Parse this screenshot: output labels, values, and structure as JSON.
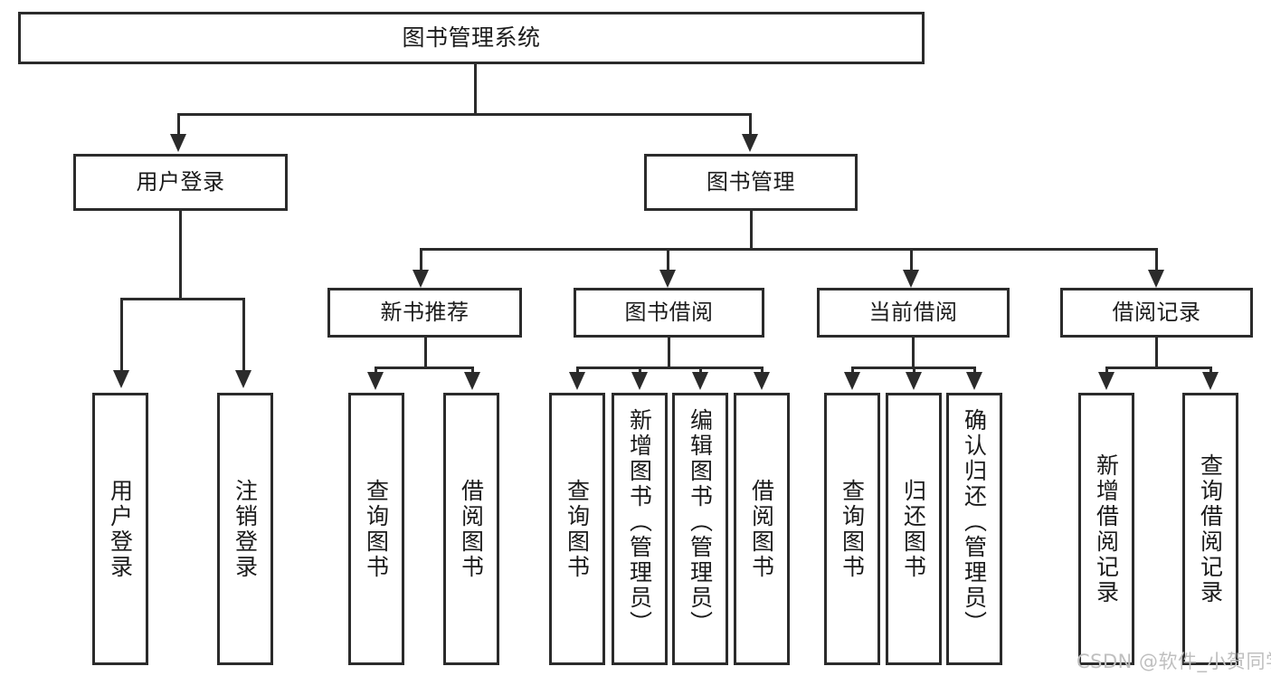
{
  "diagram": {
    "title": "图书管理系统",
    "type": "function-structure-tree",
    "watermark": "CSDN @软件_小贺同学",
    "colors": {
      "box_border": "#2b2b2b",
      "box_fill": "#ffffff",
      "connector": "#2b2b2b",
      "text": "#1b1b1b",
      "watermark": "#bfbfbf"
    },
    "root": {
      "label": "图书管理系统"
    },
    "level1": [
      {
        "label": "用户登录"
      },
      {
        "label": "图书管理"
      }
    ],
    "level2": [
      {
        "label": "新书推荐"
      },
      {
        "label": "图书借阅"
      },
      {
        "label": "当前借阅"
      },
      {
        "label": "借阅记录"
      }
    ],
    "leaves": {
      "user_login": [
        {
          "label": "用户登录"
        },
        {
          "label": "注销登录"
        }
      ],
      "new_book_recommend": [
        {
          "label": "查询图书"
        },
        {
          "label": "借阅图书"
        }
      ],
      "book_borrow": [
        {
          "label": "查询图书"
        },
        {
          "label": "新增图书（管理员）"
        },
        {
          "label": "编辑图书（管理员）"
        },
        {
          "label": "借阅图书"
        }
      ],
      "current_borrow": [
        {
          "label": "查询图书"
        },
        {
          "label": "归还图书"
        },
        {
          "label": "确认归还（管理员）"
        }
      ],
      "borrow_record": [
        {
          "label": "新增借阅记录"
        },
        {
          "label": "查询借阅记录"
        }
      ]
    }
  }
}
